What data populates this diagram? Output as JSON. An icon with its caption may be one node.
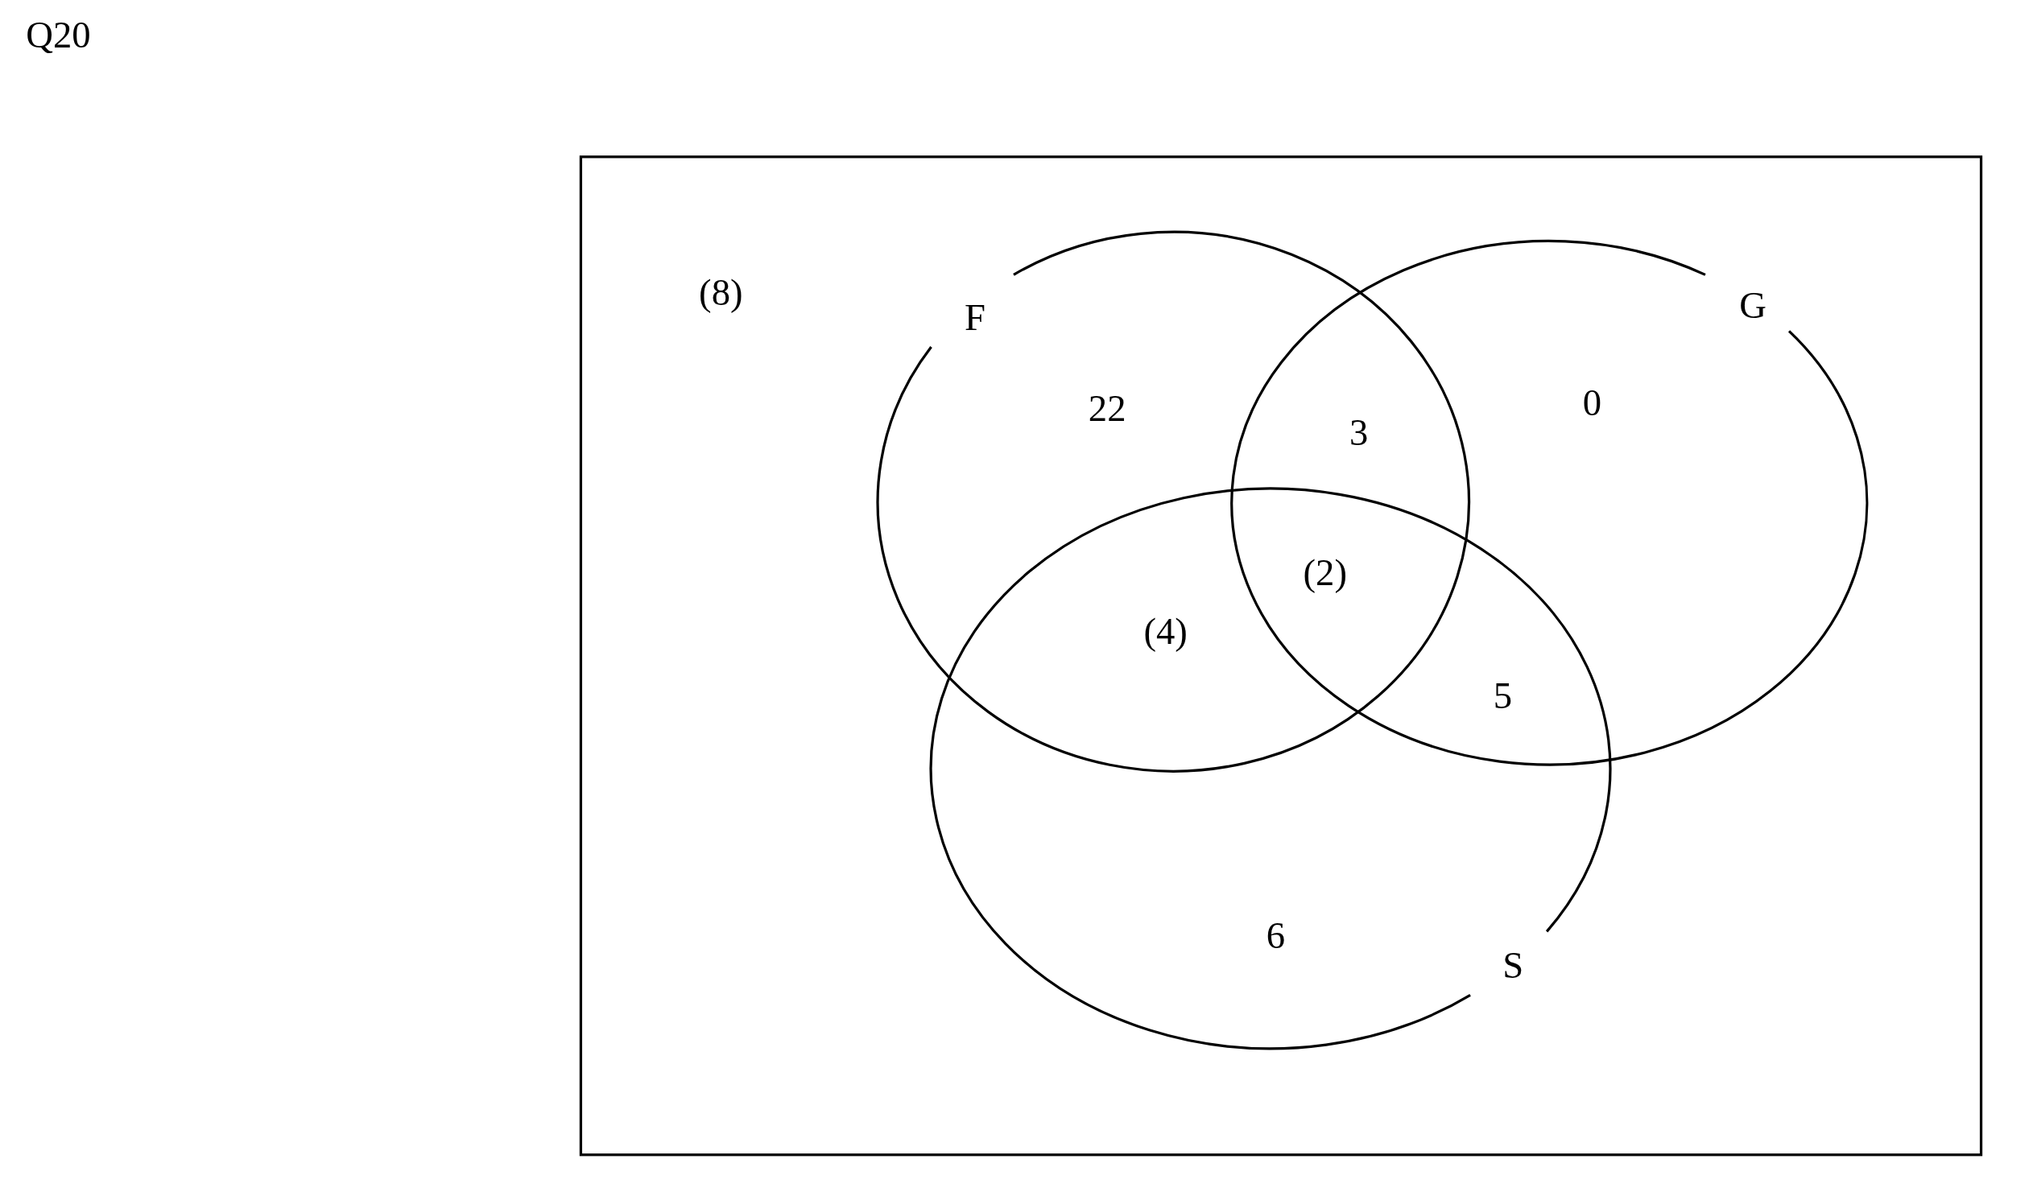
{
  "diagram": {
    "title": "Q20",
    "nodes": [
      {
        "text": [
          "(8)"
        ]
      },
      {
        "text": [
          "F"
        ],
        "in": 0
      },
      {
        "text": [
          "G"
        ],
        "in": 0
      },
      {
        "text": [
          "S"
        ],
        "in": 0
      }
    ],
    "labels": [
      "22",
      "3",
      "0",
      "(2)",
      "(4)",
      "5",
      "6"
    ]
  }
}
